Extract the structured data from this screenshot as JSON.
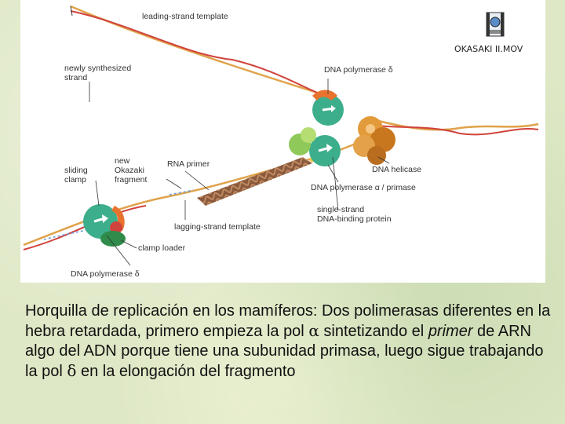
{
  "diagram": {
    "labels": {
      "leading_strand_template": "leading-strand template",
      "newly_synthesized_1": "newly synthesized",
      "newly_synthesized_2": "strand",
      "dna_pol_delta_top": "DNA polymerase δ",
      "new_okazaki_1": "new",
      "new_okazaki_2": "Okazaki",
      "new_okazaki_3": "fragment",
      "sliding_clamp_1": "sliding",
      "sliding_clamp_2": "clamp",
      "rna_primer": "RNA primer",
      "dna_helicase": "DNA helicase",
      "dna_pol_alpha_primase": "DNA polymerase α / primase",
      "single_strand_1": "single-strand",
      "single_strand_2": "DNA-binding protein",
      "lagging_strand_template": "lagging-strand template",
      "clamp_loader": "clamp loader",
      "dna_pol_delta_bottom": "DNA polymerase δ"
    },
    "file_icon": {
      "name": "movie-file-icon",
      "label": "OKASAKI II.MOV"
    }
  },
  "caption": {
    "part1": "Horquilla de replicación en los mamíferos: Dos polimerasas diferentes en la hebra retardada, primero empieza la pol ",
    "alpha": "α",
    "part2": " sintetizando el ",
    "primer": "primer",
    "part3": " de ARN algo del ADN porque tiene una subunidad primasa, luego sigue trabajando la pol ",
    "delta": "δ",
    "part4": " en la elongación del fragmento"
  }
}
